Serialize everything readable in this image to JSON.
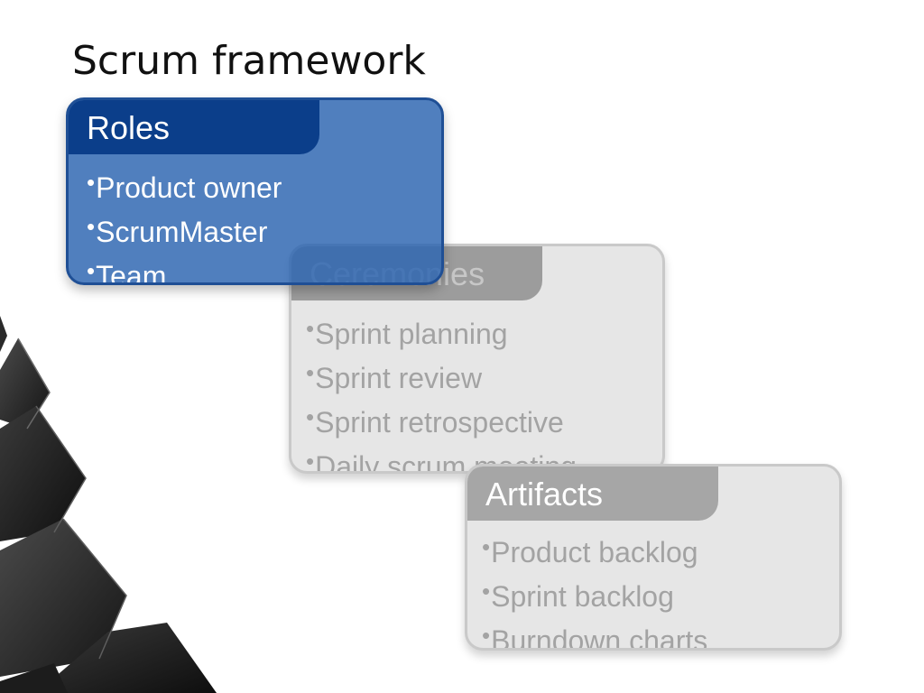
{
  "slide": {
    "title": "Scrum framework"
  },
  "cards": {
    "roles": {
      "heading": "Roles",
      "items": [
        "Product owner",
        "ScrumMaster",
        "Team"
      ]
    },
    "ceremonies": {
      "heading": "Ceremonies",
      "items": [
        "Sprint planning",
        "Sprint review",
        "Sprint retrospective",
        "Daily scrum meeting"
      ]
    },
    "artifacts": {
      "heading": "Artifacts",
      "items": [
        "Product backlog",
        "Sprint backlog",
        "Burndown charts"
      ]
    }
  },
  "bullet": "•",
  "colors": {
    "roles_fill": "#2f67b2",
    "roles_tab": "#0b3e8a",
    "card_gray": "#e6e6e6",
    "tab_gray": "#a6a6a6"
  }
}
